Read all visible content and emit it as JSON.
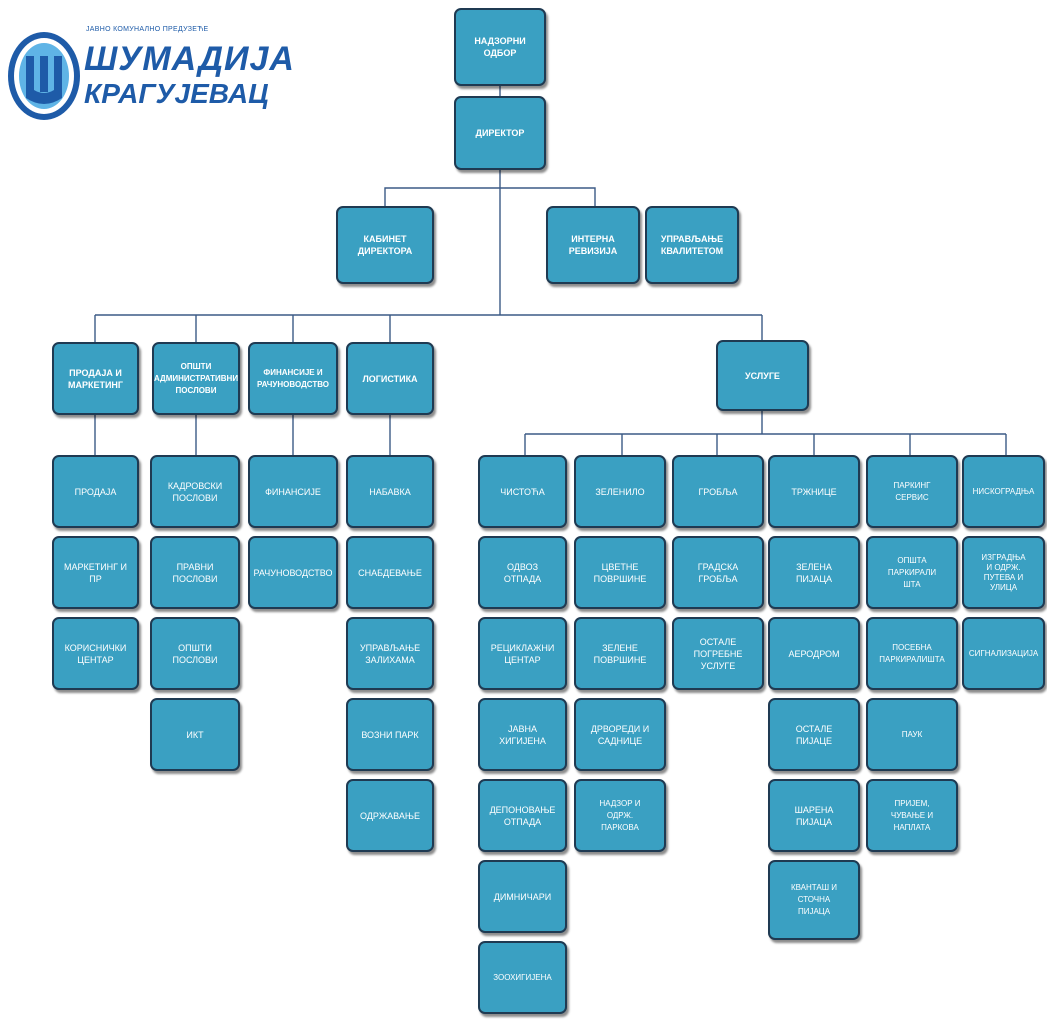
{
  "logo": {
    "small_text": "ЈАВНО КОМУНАЛНО ПРЕДУЗЕЋЕ",
    "main_text": "ШУМАДИЈА",
    "sub_text": "КРАГУЈЕВАЦ",
    "emblem": "shumadija-logo-emblem",
    "colors": {
      "primary": "#1e5ba8",
      "accent": "#5fb4e6"
    }
  },
  "colors": {
    "node_fill": "#3aa0c2",
    "node_border": "#1f3a52",
    "connector": "#3b5a86"
  },
  "nodes": {
    "supervisory_board": "НАДЗОРНИ\nОДБОР",
    "director": "ДИРЕКТОР",
    "director_cabinet": "КАБИНЕТ\nДИРЕКТОРА",
    "internal_audit": "ИНТЕРНА\nРЕВИЗИЈА",
    "quality_management": "УПРАВЉАЊЕ\nКВАЛИТЕТОМ",
    "sales_marketing": "ПРОДАЈА И\nМАРКЕТИНГ",
    "general_affairs": "ОПШТИ\nАДМИНИСТРАТИВНИ\nПОСЛОВИ",
    "finance_accounting": "ФИНАНСИЈЕ И\nРАЧУНОВОДСТВО",
    "logistics": "ЛОГИСТИКА",
    "services": "УСЛУГЕ",
    "sales": "ПРОДАЈА",
    "marketing_pr": "МАРКЕТИНГ И\nПР",
    "user_center": "КОРИСНИЧКИ\nЦЕНТАР",
    "hr_affairs": "КАДРОВСКИ\nПОСЛОВИ",
    "legal_affairs": "ПРАВНИ\nПОСЛОВИ",
    "general_affairs_sub": "ОПШТИ\nПОСЛОВИ",
    "ict": "ИКТ",
    "finance": "ФИНАНСИЈЕ",
    "accounting": "РАЧУНОВОДСТВО",
    "procurement": "НАБАВКА",
    "supply": "СНАБДЕВАЊЕ",
    "inventory": "УПРАВЉАЊЕ\nЗАЛИХАМА",
    "vehicle_fleet": "ВОЗНИ ПАРК",
    "maintenance": "ОДРЖАВАЊЕ",
    "cleaning": "ЧИСТОЋА",
    "waste_removal": "ОДВОЗ\nОТПАДА",
    "recycling_center": "РЕЦИКЛАЖНИ\nЦЕНТАР",
    "public_hygiene": "ЈАВНА\nХИГИЈЕНА",
    "waste_deposit": "ДЕПОНОВАЊЕ\nОТПАДА",
    "chimney_sweeps": "ДИМНИЧАРИ",
    "zoohygiene": "ЗООХИГИЈЕНА",
    "greenery": "ЗЕЛЕНИЛО",
    "flower_areas": "ЦВЕТНЕ\nПОВРШИНЕ",
    "green_areas": "ЗЕЛЕНЕ\nПОВРШИНЕ",
    "tree_lines": "ДРВОРЕДИ И\nСАДНИЦЕ",
    "park_supervision": "НАДЗОР И\nОДРЖ.\nПАРКОВА",
    "cemeteries": "ГРОБЉА",
    "city_cemetery": "ГРАДСКА\nГРОБЉА",
    "other_funeral": "ОСТАЛЕ\nПОГРЕБНЕ\nУСЛУГЕ",
    "markets": "ТРЖНИЦЕ",
    "green_market": "ЗЕЛЕНА\nПИЈАЦА",
    "aerodrom": "АЕРОДРОМ",
    "other_markets": "ОСТАЛЕ\nПИЈАЦЕ",
    "flea_market": "ШАРЕНА\nПИЈАЦА",
    "livestock_market": "КВАНТАШ И\nСТОЧНА\nПИЈАЦА",
    "parking_service": "ПАРКИНГ\nСЕРВИС",
    "general_parking": "ОПШТА\nПАРКИРАЛИ\nШТА",
    "special_parking": "ПОСЕБНА\nПАРКИРАЛИШТА",
    "tow_truck": "ПАУК",
    "reception_storage": "ПРИЈЕМ,\nЧУВАЊЕ И\nНАПЛАТА",
    "low_construction": "НИСКОГРАДЊА",
    "road_construction": "ИЗГРАДЊА\nИ ОДРЖ.\nПУТЕВА И\nУЛИЦА",
    "signalization": "СИГНАЛИЗАЦИЈА"
  }
}
